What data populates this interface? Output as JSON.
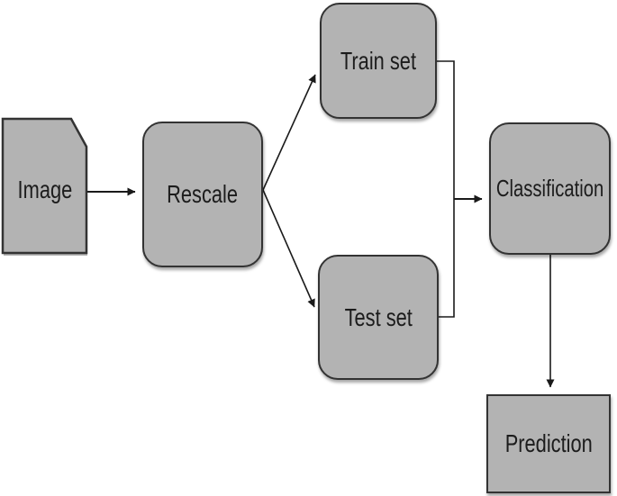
{
  "diagram": {
    "type": "flowchart",
    "colors": {
      "background": "#ffffff",
      "node-fill": "#b3b3b3",
      "node-border": "#333333",
      "line-color": "#1a1a1a",
      "text-color": "#1c1c1c"
    },
    "nodes": [
      {
        "id": "image",
        "label": "Image",
        "shape": "document"
      },
      {
        "id": "rescale",
        "label": "Rescale",
        "shape": "rounded-rectangle"
      },
      {
        "id": "train-set",
        "label": "Train set",
        "shape": "rounded-rectangle"
      },
      {
        "id": "test-set",
        "label": "Test set",
        "shape": "rounded-rectangle"
      },
      {
        "id": "classification",
        "label": "Classification",
        "shape": "rounded-rectangle"
      },
      {
        "id": "prediction",
        "label": "Prediction",
        "shape": "rectangle"
      }
    ],
    "edges": [
      {
        "from": "image",
        "to": "rescale",
        "arrow": true
      },
      {
        "from": "rescale",
        "to": "train-set",
        "arrow": true
      },
      {
        "from": "rescale",
        "to": "test-set",
        "arrow": true
      },
      {
        "from": "train-set",
        "to": "classification",
        "arrow": true,
        "routing": "merge-bracket"
      },
      {
        "from": "test-set",
        "to": "classification",
        "arrow": true,
        "routing": "merge-bracket"
      },
      {
        "from": "classification",
        "to": "prediction",
        "arrow": true
      }
    ]
  }
}
